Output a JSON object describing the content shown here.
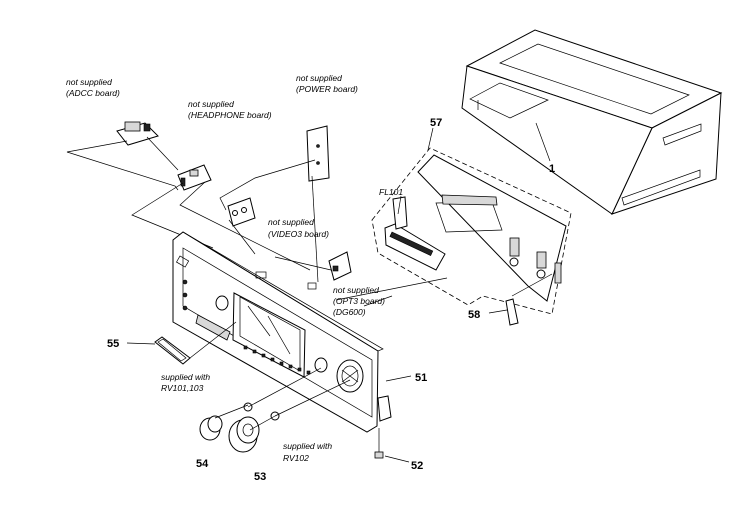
{
  "labels": {
    "adcc_line1": "not supplied",
    "adcc_line2": "(ADCC board)",
    "headphone_line1": "not supplied",
    "headphone_line2": "(HEADPHONE board)",
    "power_line1": "not supplied",
    "power_line2": "(POWER board)",
    "video3_line1": "not supplied",
    "video3_line2": "(VIDEO3 board)",
    "opt3_line1": "not supplied",
    "opt3_line2": "(OPT3 board)",
    "opt3_line3": "(DG600)",
    "rv101_line1": "supplied with",
    "rv101_line2": "RV101,103",
    "rv102_line1": "supplied with",
    "rv102_line2": "RV102",
    "fl101": "FL101"
  },
  "parts": {
    "p1": "1",
    "p51": "51",
    "p52": "52",
    "p53": "53",
    "p54": "54",
    "p55": "55",
    "p57": "57",
    "p58": "58"
  }
}
